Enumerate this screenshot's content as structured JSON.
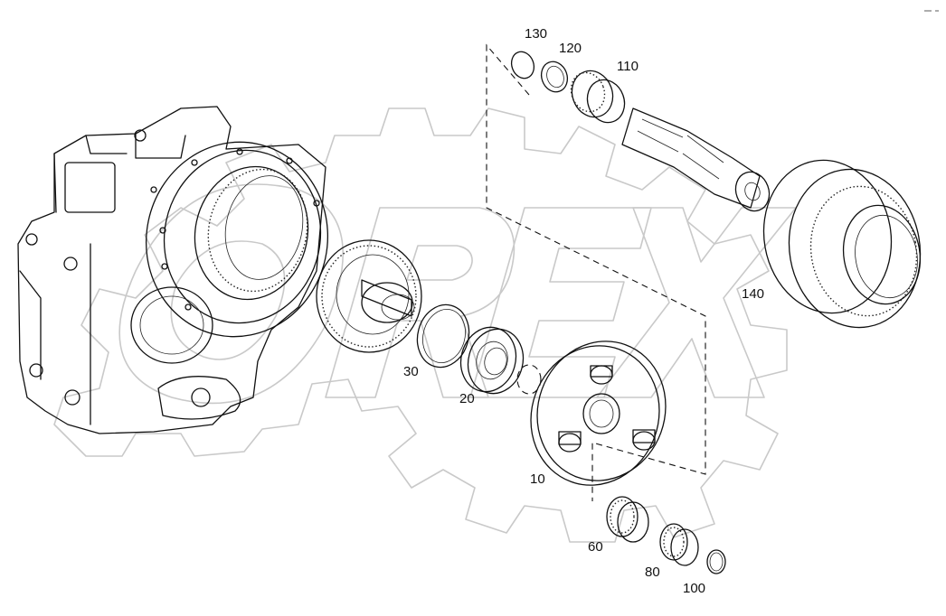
{
  "watermark": "OREX",
  "part_labels": {
    "p10": "10",
    "p20": "20",
    "p30": "30",
    "p60": "60",
    "p80": "80",
    "p100": "100",
    "p110": "110",
    "p120": "120",
    "p130": "130",
    "p140": "140"
  },
  "colors": {
    "line": "#111111",
    "watermark": "#c9c9c9",
    "background": "#ffffff"
  }
}
